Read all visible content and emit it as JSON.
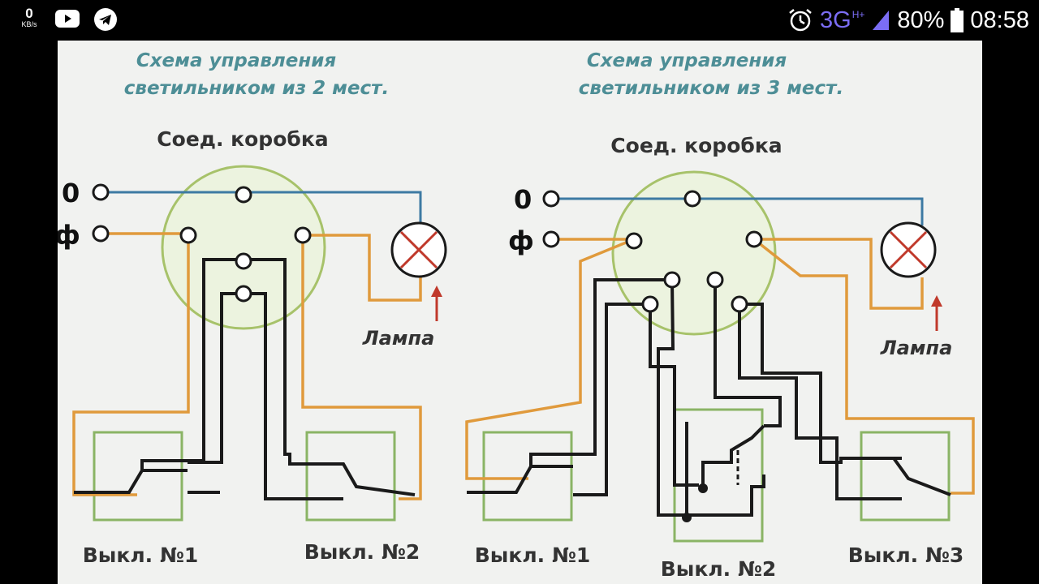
{
  "status_bar": {
    "speed_value": "0",
    "speed_unit": "KB/s",
    "network": "3G",
    "network_sup": "H+",
    "battery": "80%",
    "time": "08:58"
  },
  "diagram_left": {
    "title_line1": "Схема управления",
    "title_line2": "светильником из 2 мест.",
    "box_label": "Соед. коробка",
    "neutral": "0",
    "phase": "ф",
    "lamp": "Лампа",
    "switch1": "Выкл. №1",
    "switch2": "Выкл. №2"
  },
  "diagram_right": {
    "title_line1": "Схема управления",
    "title_line2": "светильником из 3 мест.",
    "box_label": "Соед. коробка",
    "neutral": "0",
    "phase": "ф",
    "lamp": "Лампа",
    "switch1": "Выкл. №1",
    "switch2": "Выкл. №2",
    "switch3": "Выкл. №3"
  },
  "colors": {
    "neutral_wire": "#3d7aa3",
    "phase_wire": "#e09a3c",
    "switch_wire": "#1a1a1a",
    "junction_box": "#a7c26a",
    "switch_frame": "#8ab465",
    "lamp_cross": "#c0392b"
  }
}
